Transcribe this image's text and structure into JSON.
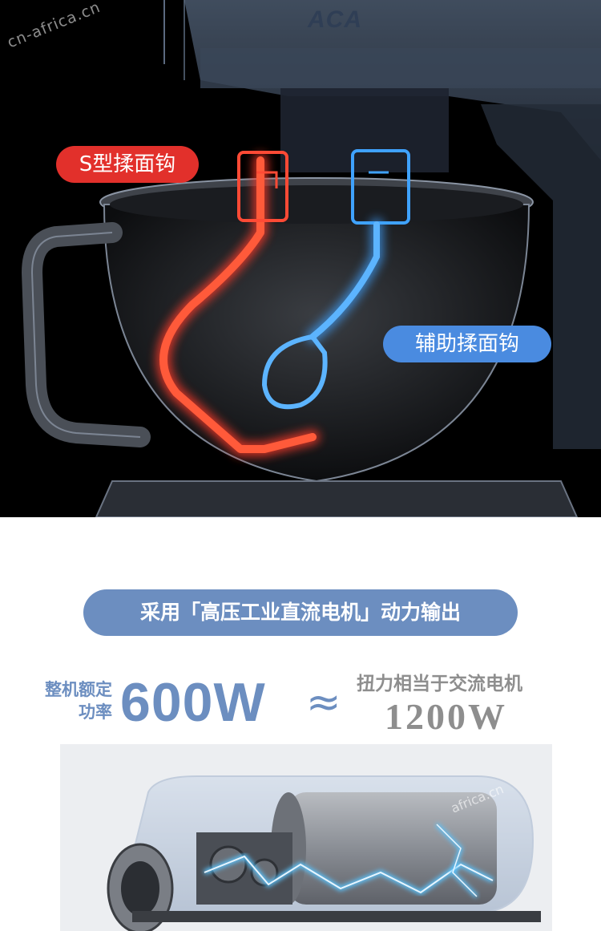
{
  "hero": {
    "watermark": "cn-africa.cn",
    "brand": "ACA",
    "s_hook_label": "S型揉面钩",
    "aux_hook_label": "辅助揉面钩",
    "colors": {
      "s_hook": "#e2302b",
      "aux_hook": "#4a8be0"
    }
  },
  "info": {
    "banner": "采用「高压工业直流电机」动力输出",
    "rated_label_line1": "整机额定",
    "rated_label_line2": "功率",
    "rated_power": "600W",
    "approx_symbol": "≈",
    "torque_label": "扭力相当于交流电机",
    "ac_equivalent_power": "1200W",
    "accent_color": "#6c8ec0"
  },
  "motor": {
    "watermark": "africa.cn"
  }
}
